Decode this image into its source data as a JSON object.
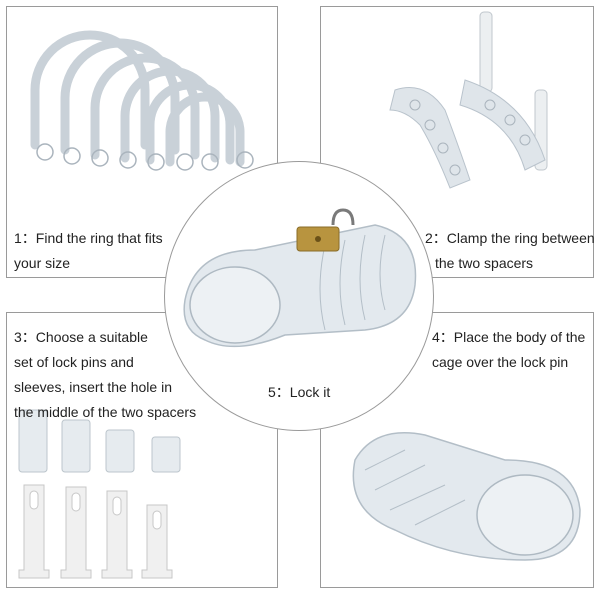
{
  "steps": [
    {
      "num": "1：",
      "line1": "Find the ring that fits",
      "line2": "your size"
    },
    {
      "num": "2：",
      "line1": "Clamp the ring between",
      "line2": "the two spacers"
    },
    {
      "num": "3：",
      "line1": "Choose a suitable",
      "line2": "set of lock pins and",
      "line3": "sleeves, insert the hole in",
      "line4": "the middle of the two spacers"
    },
    {
      "num": "4：",
      "line1": "Place the body of the",
      "line2": "cage over the lock pin"
    },
    {
      "num": "5：",
      "line1": "Lock it"
    }
  ],
  "colors": {
    "border": "#9a9a9a",
    "plastic": "#dfe5ea",
    "plastic_edge": "#b9c3cc",
    "lock": "#b8943f"
  }
}
